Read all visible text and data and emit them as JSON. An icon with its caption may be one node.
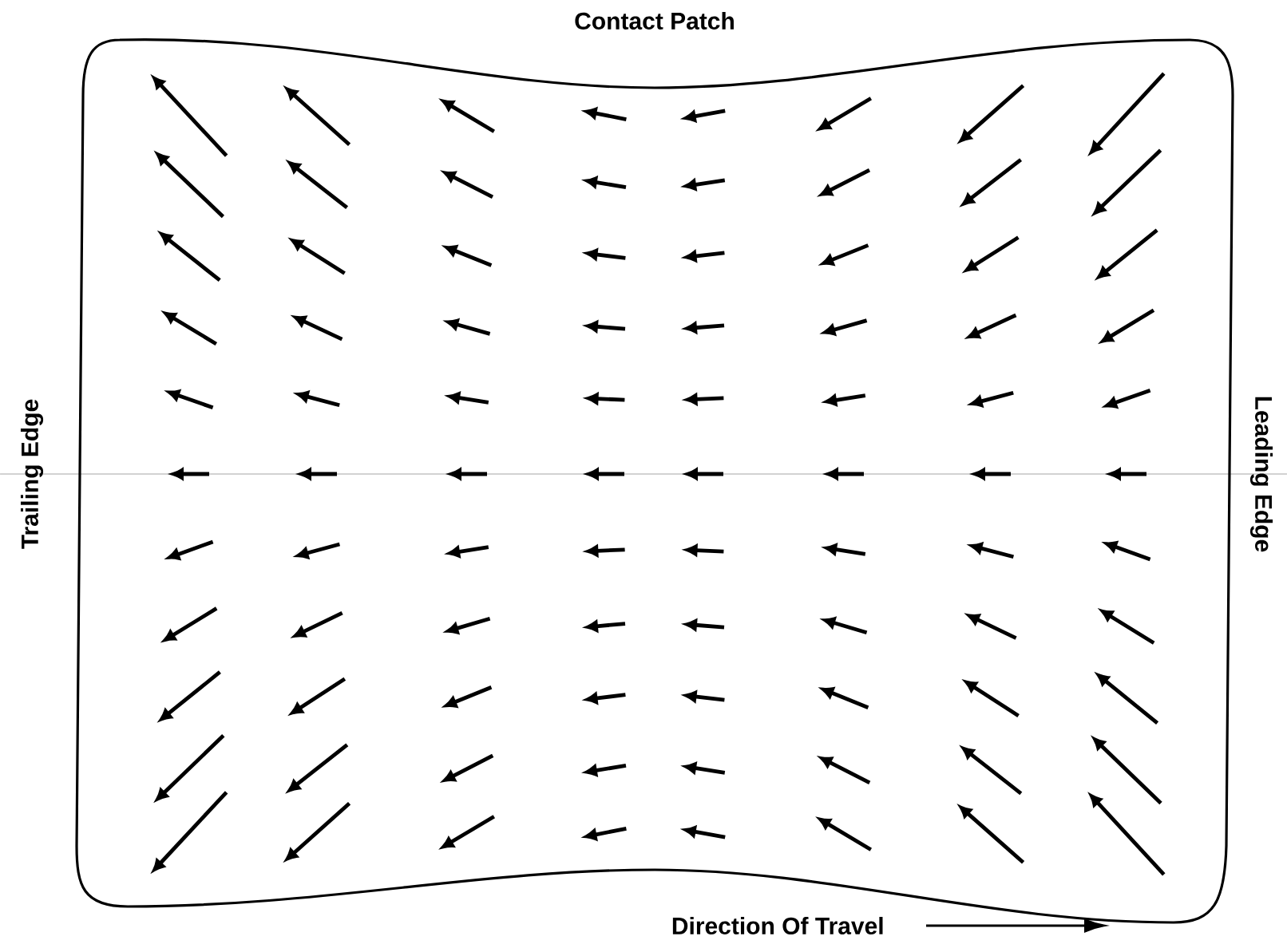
{
  "diagram": {
    "title": "Contact Patch",
    "labels": [
      "Trailing Edge",
      "Leading Edge",
      "Direction Of Travel"
    ]
  }
}
